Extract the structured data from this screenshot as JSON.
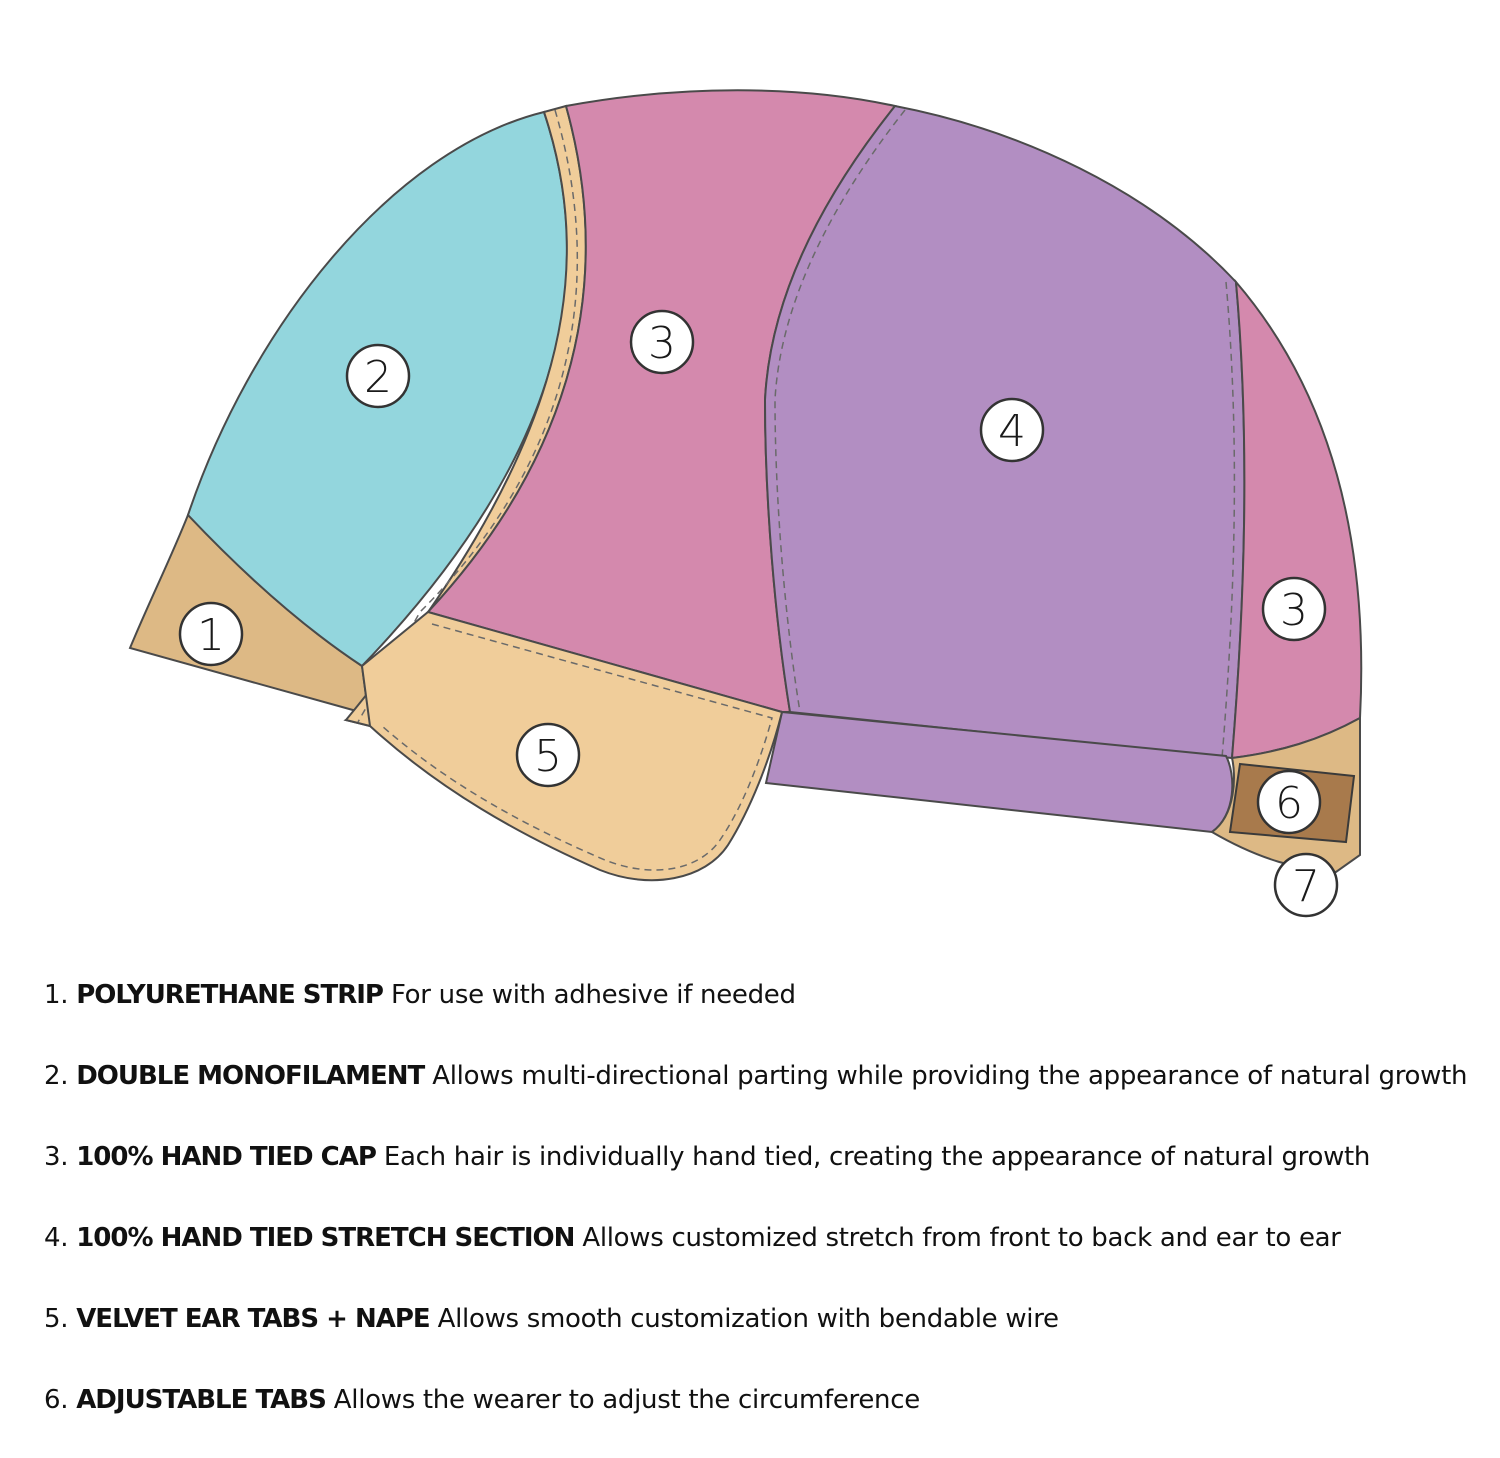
{
  "colors": {
    "lace_front": "#ddb985",
    "double_mono": "#93d6dd",
    "hand_tied_cap": "#d489ad",
    "stretch_section": "#b28ec2",
    "ear_tab": "#f0cd9a",
    "adjustable_tab": "#a87a4c",
    "outline": "#4a4a4a"
  },
  "callouts": [
    {
      "id": "callout-1",
      "label": "1"
    },
    {
      "id": "callout-2",
      "label": "2"
    },
    {
      "id": "callout-3-front",
      "label": "3"
    },
    {
      "id": "callout-4",
      "label": "4"
    },
    {
      "id": "callout-3-back",
      "label": "3"
    },
    {
      "id": "callout-5",
      "label": "5"
    },
    {
      "id": "callout-6",
      "label": "6"
    },
    {
      "id": "callout-7",
      "label": "7"
    }
  ],
  "legend": [
    {
      "num": "1.",
      "term": "POLYURETHANE STRIP",
      "desc": "For use with adhesive if needed"
    },
    {
      "num": "2.",
      "term": "DOUBLE MONOFILAMENT",
      "desc": "Allows multi-directional parting while providing the appearance of natural growth"
    },
    {
      "num": "3.",
      "term": "100% HAND TIED CAP",
      "desc": "Each hair is individually hand tied, creating the appearance of natural growth"
    },
    {
      "num": "4.",
      "term": "100% HAND TIED STRETCH SECTION",
      "desc": "Allows customized stretch from front to back and ear to ear"
    },
    {
      "num": "5.",
      "term": "VELVET EAR TABS + NAPE",
      "desc": "Allows smooth customization with bendable wire"
    },
    {
      "num": "6.",
      "term": "ADJUSTABLE TABS",
      "desc": "Allows the wearer to adjust the circumference"
    }
  ]
}
